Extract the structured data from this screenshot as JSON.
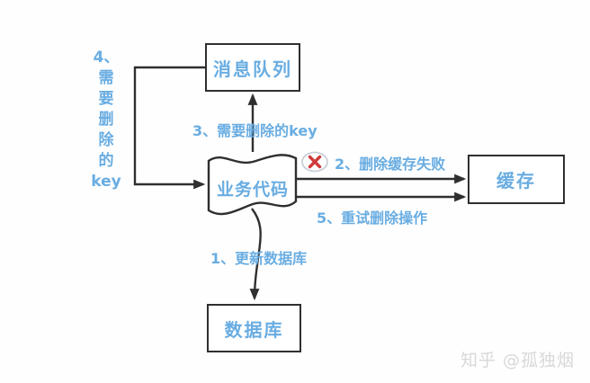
{
  "diagram": {
    "title_implied": "cache-delete-retry-flow",
    "nodes": {
      "message_queue": "消息队列",
      "business_code": "业务代码",
      "cache": "缓存",
      "database": "数据库"
    },
    "steps": {
      "step1": "1、更新数据库",
      "step2": "2、删除缓存失败",
      "step3": "3、需要删除的key",
      "step4_vertical": "4、\n需\n要\n删\n除\n的\nkey",
      "step5": "5、重试删除操作"
    },
    "icons": {
      "error_mark": "red-x-in-ellipse"
    },
    "colors": {
      "label_blue": "#69ade2",
      "line_dark": "#2f2f2f",
      "error_red": "#cf3a3a",
      "watermark_gray": "#d8d8d8"
    },
    "watermark": "知乎 @孤独烟"
  }
}
